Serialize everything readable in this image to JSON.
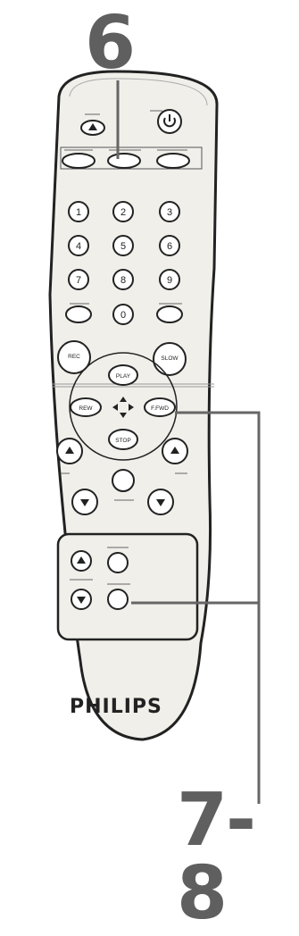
{
  "callouts": {
    "top": "6",
    "bottom": "7-8"
  },
  "brand": "PHILIPS",
  "number_keys": [
    "1",
    "2",
    "3",
    "4",
    "5",
    "6",
    "7",
    "8",
    "9",
    "0"
  ],
  "transport": {
    "play": "PLAY",
    "stop": "STOP",
    "rew": "REW",
    "ffwd": "F.FWD"
  },
  "side_buttons": {
    "rec": "REC",
    "slow": "SLOW"
  },
  "bottom_panel": {
    "label_a": "",
    "label_b": ""
  }
}
